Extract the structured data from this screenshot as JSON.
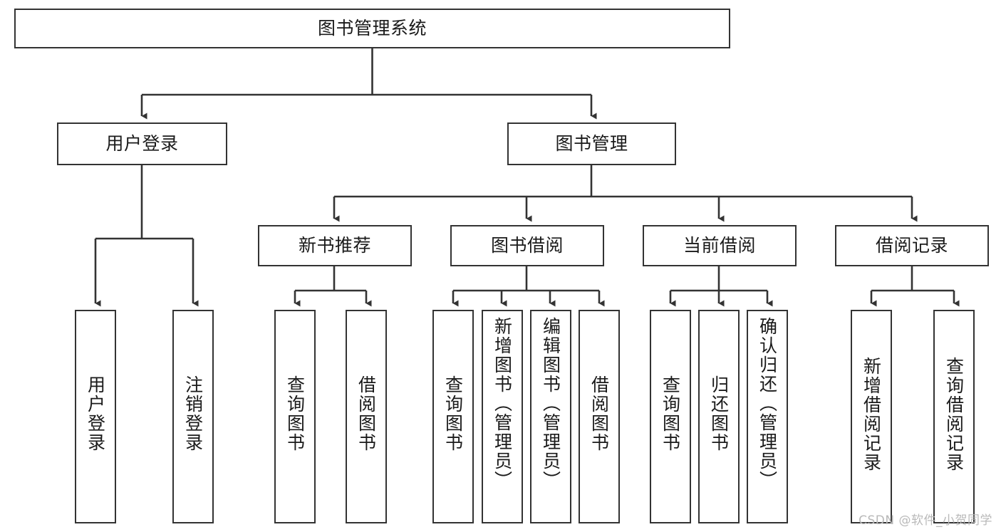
{
  "diagram": {
    "title": "图书管理系统",
    "type": "tree",
    "watermark": "CSDN @软件_小贺同学",
    "colors": {
      "stroke": "#333333",
      "fill": "#ffffff",
      "text": "#1a1a1a",
      "watermark": "#b9b9b9"
    },
    "nodes": {
      "root": {
        "label": "图书管理系统"
      },
      "level2": [
        {
          "id": "user-login",
          "label": "用户登录"
        },
        {
          "id": "book-manage",
          "label": "图书管理"
        }
      ],
      "level3": [
        {
          "id": "new-book-recommend",
          "label": "新书推荐"
        },
        {
          "id": "book-borrow",
          "label": "图书借阅"
        },
        {
          "id": "current-borrow",
          "label": "当前借阅"
        },
        {
          "id": "borrow-record",
          "label": "借阅记录"
        }
      ],
      "leaves": {
        "user-login": [
          {
            "id": "leaf-user-login",
            "label": "用户登录"
          },
          {
            "id": "leaf-logout",
            "label": "注销登录"
          }
        ],
        "new-book-recommend": [
          {
            "id": "leaf-query-book-1",
            "label": "查询图书"
          },
          {
            "id": "leaf-borrow-book-1",
            "label": "借阅图书"
          }
        ],
        "book-borrow": [
          {
            "id": "leaf-query-book-2",
            "label": "查询图书"
          },
          {
            "id": "leaf-add-book",
            "label": "新增图书（管理员）"
          },
          {
            "id": "leaf-edit-book",
            "label": "编辑图书（管理员）"
          },
          {
            "id": "leaf-borrow-book-2",
            "label": "借阅图书"
          }
        ],
        "current-borrow": [
          {
            "id": "leaf-query-book-3",
            "label": "查询图书"
          },
          {
            "id": "leaf-return-book",
            "label": "归还图书"
          },
          {
            "id": "leaf-confirm-return",
            "label": "确认归还（管理员）"
          }
        ],
        "borrow-record": [
          {
            "id": "leaf-add-record",
            "label": "新增借阅记录"
          },
          {
            "id": "leaf-query-record",
            "label": "查询借阅记录"
          }
        ]
      }
    }
  }
}
